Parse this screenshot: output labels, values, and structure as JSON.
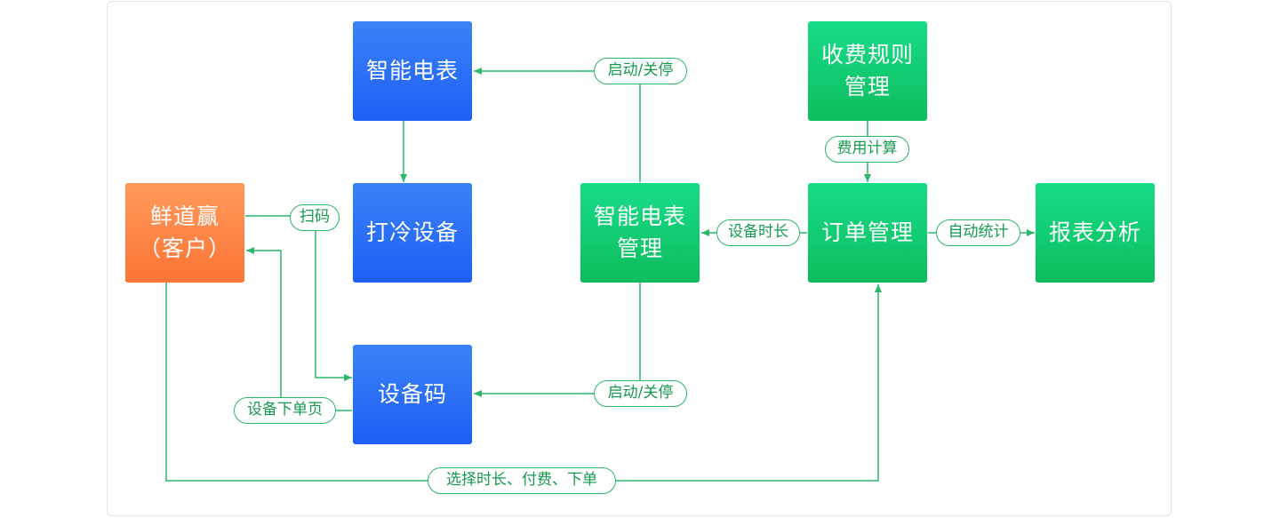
{
  "nodes": {
    "smart_meter": "智能电表",
    "cooling_device": "打冷设备",
    "device_code": "设备码",
    "customer_line1": "鲜道赢",
    "customer_line2": "（客户）",
    "meter_mgmt_line1": "智能电表",
    "meter_mgmt_line2": "管理",
    "fee_rules_line1": "收费规则",
    "fee_rules_line2": "管理",
    "order_mgmt": "订单管理",
    "report_analysis": "报表分析"
  },
  "edge_labels": {
    "start_stop_top": "启动/关停",
    "start_stop_bottom": "启动/关停",
    "scan": "扫码",
    "device_order_page": "设备下单页",
    "fee_calc": "费用计算",
    "device_duration": "设备时长",
    "auto_stats": "自动统计",
    "select_pay_order": "选择时长、付费、下单"
  },
  "colors": {
    "blue_node": "#2a6ff7",
    "green_node": "#12cc72",
    "orange_node": "#fd8446",
    "connector": "#2ab76a"
  }
}
